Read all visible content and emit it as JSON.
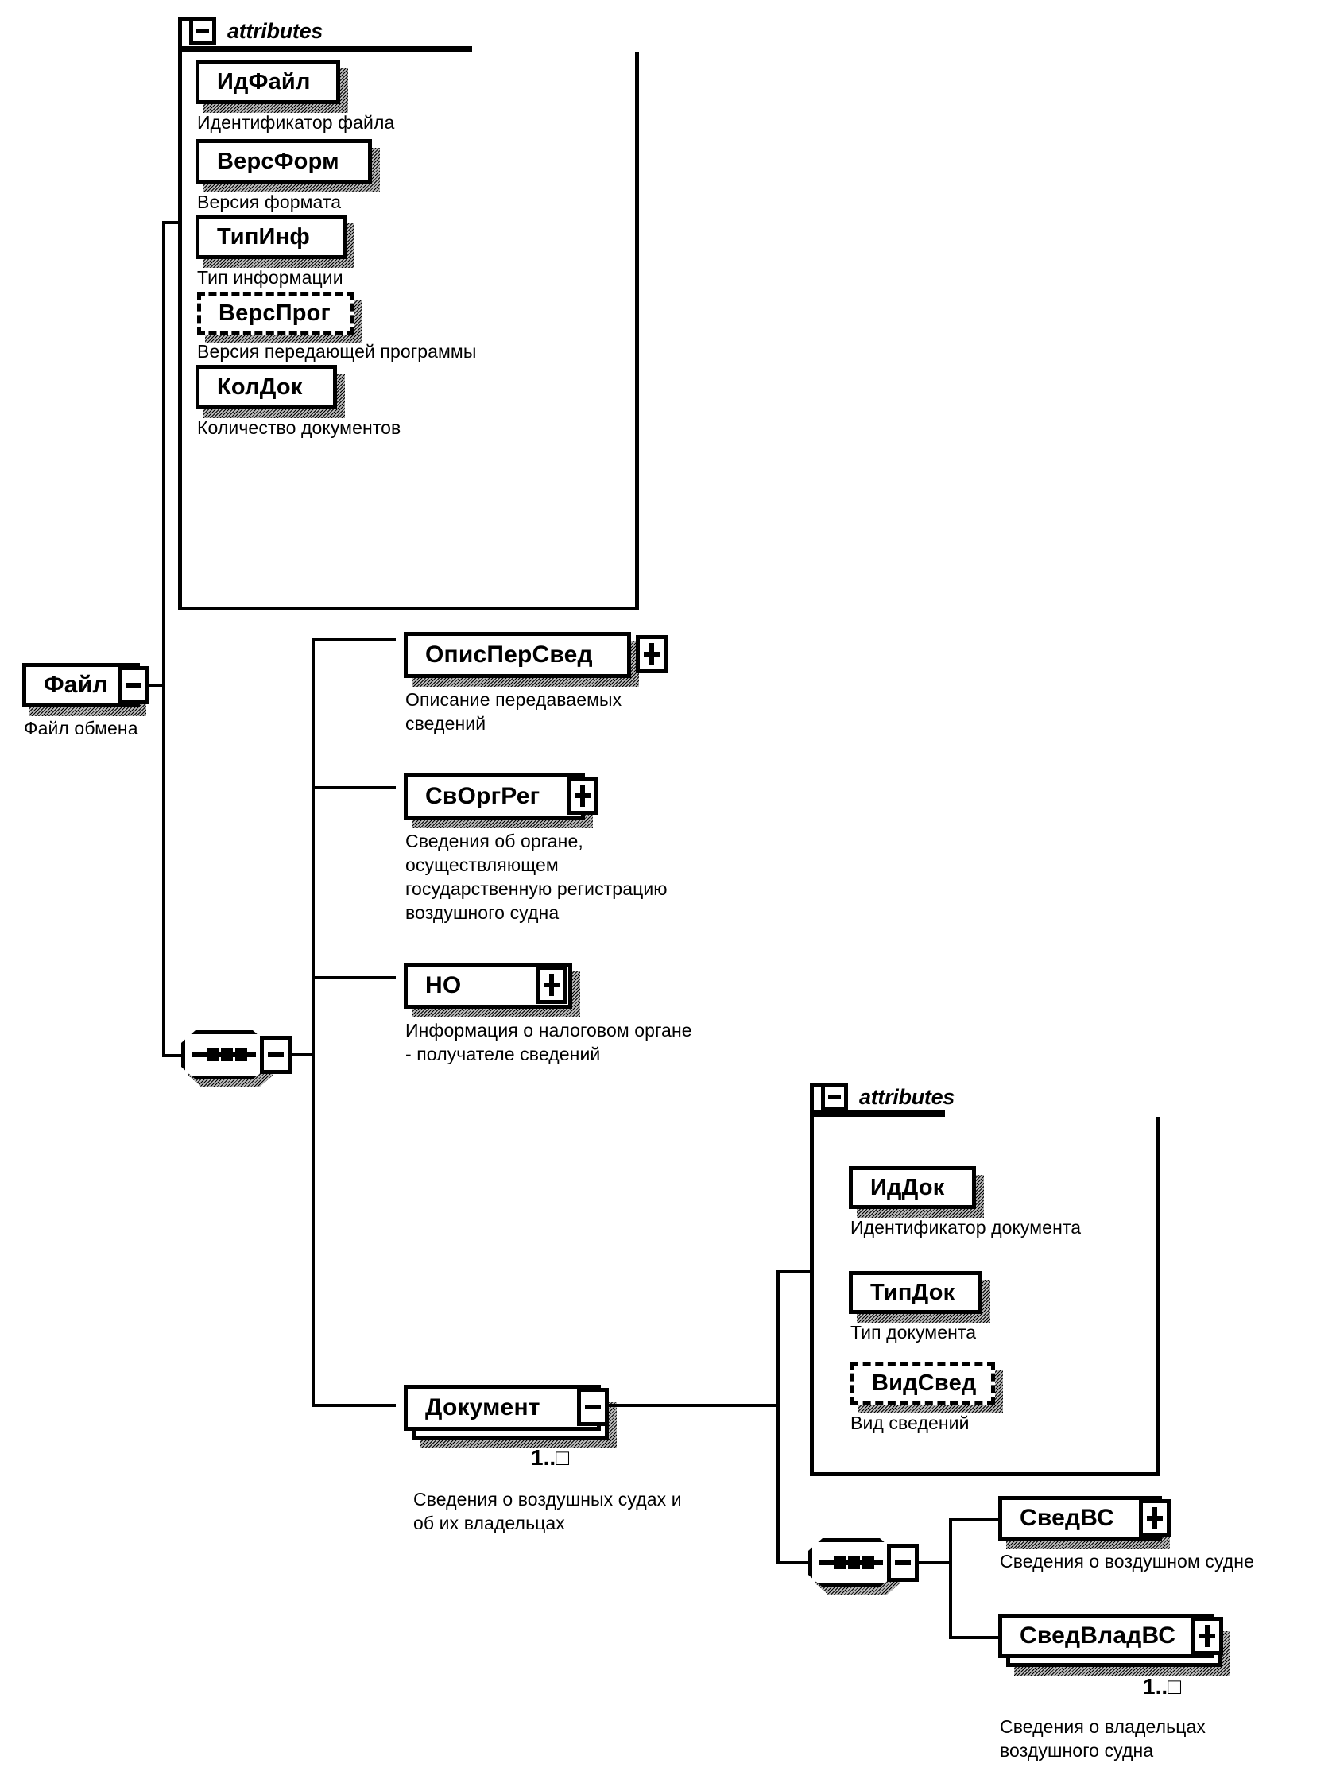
{
  "diagram": {
    "title": "XSD schema tree",
    "root": {
      "name": "Файл",
      "caption": "Файл обмена",
      "toggle": "minus-icon"
    },
    "attributes_label": "attributes",
    "file_attributes": [
      {
        "name": "ИдФайл",
        "caption": "Идентификатор файла",
        "optional": false
      },
      {
        "name": "ВерсФорм",
        "caption": "Версия формата",
        "optional": false
      },
      {
        "name": "ТипИнф",
        "caption": "Тип информации",
        "optional": false
      },
      {
        "name": "ВерсПрог",
        "caption": "Версия передающей программы",
        "optional": true
      },
      {
        "name": "КолДок",
        "caption": "Количество документов",
        "optional": false
      }
    ],
    "file_children": [
      {
        "name": "ОписПерСвед",
        "caption": "Описание передаваемых\nсведений",
        "toggle": "plus-icon"
      },
      {
        "name": "СвОргРег",
        "caption": "Сведения об органе,\nосуществляющем\nгосударственную регистрацию\nвоздушного судна",
        "toggle": "plus-icon"
      },
      {
        "name": "НО",
        "caption": "Информация о налоговом органе\n- получателе сведений",
        "toggle": "plus-icon"
      },
      {
        "name": "Документ",
        "caption": "Сведения о воздушных судах и\nоб их владельцах",
        "toggle": "minus-icon",
        "multiplicity": "1..□",
        "repeating": true
      }
    ],
    "document_attributes": [
      {
        "name": "ИдДок",
        "caption": "Идентификатор документа",
        "optional": false
      },
      {
        "name": "ТипДок",
        "caption": "Тип документа",
        "optional": false
      },
      {
        "name": "ВидСвед",
        "caption": "Вид сведений",
        "optional": true
      }
    ],
    "document_children": [
      {
        "name": "СведВС",
        "caption": "Сведения о воздушном судне",
        "toggle": "plus-icon",
        "repeating": false
      },
      {
        "name": "СведВладВС",
        "caption": "Сведения о владельцах\nвоздушного судна",
        "toggle": "plus-icon",
        "multiplicity": "1..□",
        "repeating": true
      }
    ],
    "compositors": [
      {
        "kind": "sequence",
        "toggle": "minus-icon"
      },
      {
        "kind": "sequence",
        "toggle": "minus-icon"
      }
    ]
  }
}
